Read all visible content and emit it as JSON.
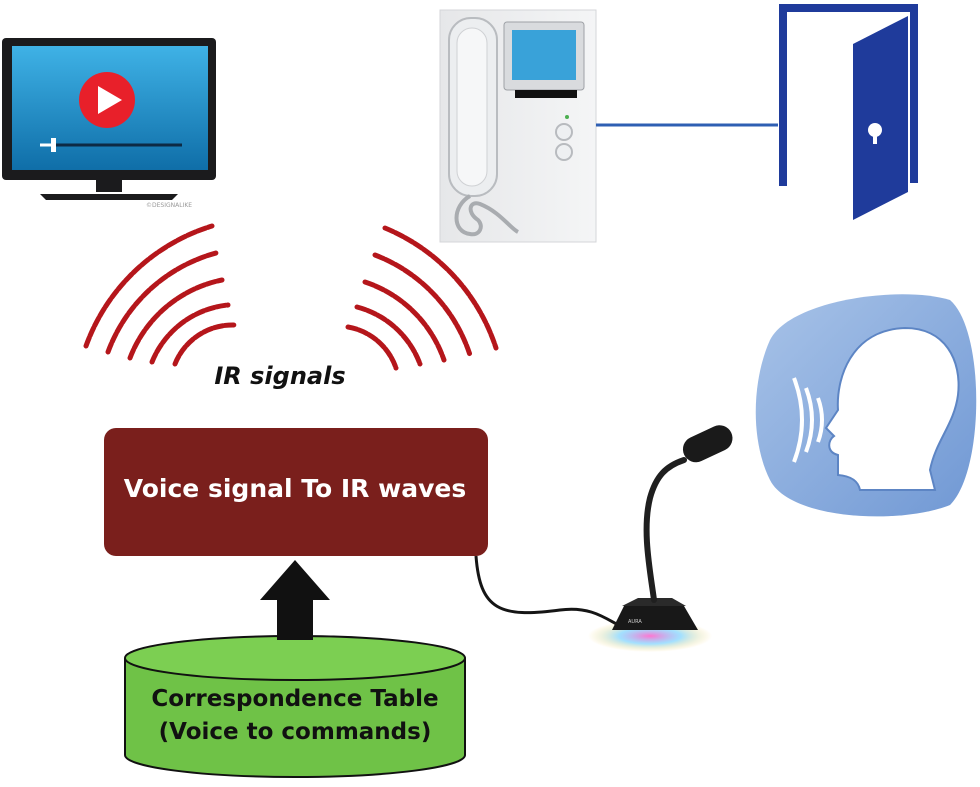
{
  "labels": {
    "ir_signals": "IR signals",
    "converter": "Voice signal To IR waves",
    "table_line1": "Correspondence Table",
    "table_line2": "(Voice to commands)",
    "tv_watermark": "©DESIGNALIKE",
    "mic_brand": "AURA"
  },
  "icons": {
    "tv": "tv-play-icon",
    "intercom": "intercom-icon",
    "door": "open-door-icon",
    "speaker": "speaking-head-icon",
    "microphone": "microphone-icon",
    "waves": "ir-wave-icon"
  },
  "colors": {
    "converter_fill": "#7a1f1c",
    "database_fill": "#6fc247",
    "ir_waves": "#b5161b",
    "door": "#1f3b9b",
    "speaker_bubble": "#8fb0de",
    "play_button": "#e8202a",
    "tv_screen": "#1d8fce"
  }
}
